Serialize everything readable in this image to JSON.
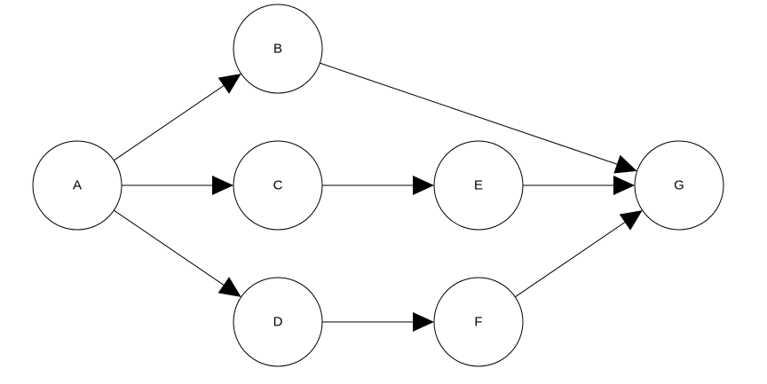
{
  "nodes": [
    {
      "id": "A",
      "label": "A"
    },
    {
      "id": "B",
      "label": "B"
    },
    {
      "id": "C",
      "label": "C"
    },
    {
      "id": "D",
      "label": "D"
    },
    {
      "id": "E",
      "label": "E"
    },
    {
      "id": "F",
      "label": "F"
    },
    {
      "id": "G",
      "label": "G"
    }
  ],
  "edges": [
    {
      "from": "A",
      "to": "B"
    },
    {
      "from": "A",
      "to": "C"
    },
    {
      "from": "A",
      "to": "D"
    },
    {
      "from": "B",
      "to": "G"
    },
    {
      "from": "C",
      "to": "E"
    },
    {
      "from": "E",
      "to": "G"
    },
    {
      "from": "D",
      "to": "F"
    },
    {
      "from": "F",
      "to": "G"
    }
  ],
  "colors": {
    "stroke": "#000000",
    "fill": "#ffffff",
    "arrow": "#000000"
  }
}
